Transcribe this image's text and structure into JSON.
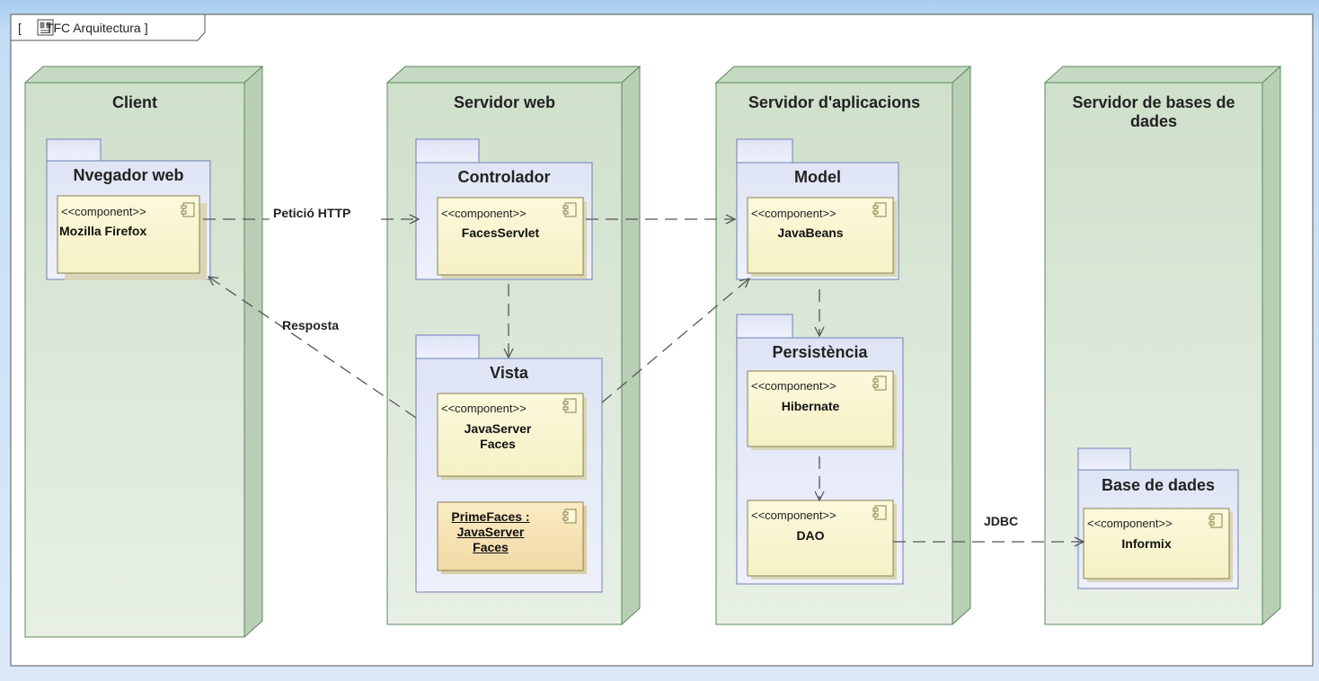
{
  "frame": {
    "label_open": "[",
    "title": "TFC Arquitectura",
    "label_close": "]",
    "icon": "diagram-icon"
  },
  "nodes": [
    {
      "id": "client",
      "title": "Client"
    },
    {
      "id": "web",
      "title": "Servidor web"
    },
    {
      "id": "app",
      "title": "Servidor d'aplicacions"
    },
    {
      "id": "db",
      "title": "Servidor de bases de dades"
    }
  ],
  "packages": [
    {
      "id": "browser",
      "title": "Nvegador web"
    },
    {
      "id": "controller",
      "title": "Controlador"
    },
    {
      "id": "view",
      "title": "Vista"
    },
    {
      "id": "model",
      "title": "Model"
    },
    {
      "id": "persistence",
      "title": "Persistència"
    },
    {
      "id": "database",
      "title": "Base de dades"
    }
  ],
  "components": [
    {
      "id": "firefox",
      "stereotype": "<<component>>",
      "name": "Mozilla Firefox"
    },
    {
      "id": "faces_servlet",
      "stereotype": "<<component>>",
      "name": "FacesServlet"
    },
    {
      "id": "jsf",
      "stereotype": "<<component>>",
      "name": "JavaServer Faces"
    },
    {
      "id": "primefaces",
      "stereotype": "",
      "name": "PrimeFaces : JavaServer Faces"
    },
    {
      "id": "javabeans",
      "stereotype": "<<component>>",
      "name": "JavaBeans"
    },
    {
      "id": "hibernate",
      "stereotype": "<<component>>",
      "name": "Hibernate"
    },
    {
      "id": "dao",
      "stereotype": "<<component>>",
      "name": "DAO"
    },
    {
      "id": "informix",
      "stereotype": "<<component>>",
      "name": "Informix"
    }
  ],
  "edges": [
    {
      "id": "http_request",
      "label": "Petició HTTP"
    },
    {
      "id": "response",
      "label": "Resposta"
    },
    {
      "id": "jdbc",
      "label": "JDBC"
    }
  ],
  "colors": {
    "node_fill": "#d9e7d6",
    "node_edge": "#5b8a5e",
    "package_fill": "#e3e8f7",
    "package_edge": "#6f7fb5",
    "component_fill": "#fbf8d6",
    "component_edge": "#8a8150",
    "instance_fill": "#f5e2b3"
  }
}
